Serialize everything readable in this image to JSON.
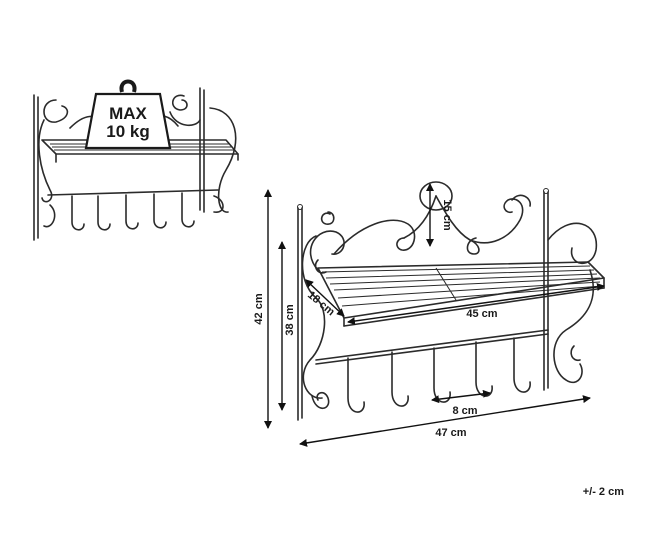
{
  "weight_badge": {
    "line1": "MAX",
    "line2": "10 kg"
  },
  "dimensions": {
    "total_height": "42 cm",
    "body_height": "38 cm",
    "crest_height": "15 cm",
    "shelf_depth": "18 cm",
    "shelf_width": "45 cm",
    "hook_spacing": "8 cm",
    "total_width": "47 cm"
  },
  "tolerance": "+/- 2 cm",
  "icons": {
    "weight": "weight-icon",
    "arrow": "dimension-arrow-icon"
  }
}
